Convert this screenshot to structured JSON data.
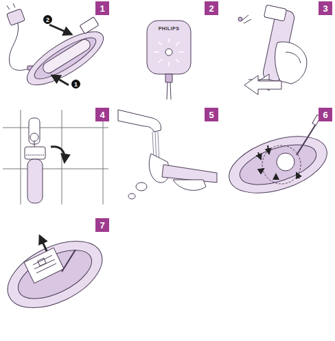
{
  "diagram": {
    "labels": [
      "1",
      "2",
      "1",
      "2",
      "PHILIPS",
      "3",
      "4",
      "5",
      "6",
      "7"
    ]
  }
}
